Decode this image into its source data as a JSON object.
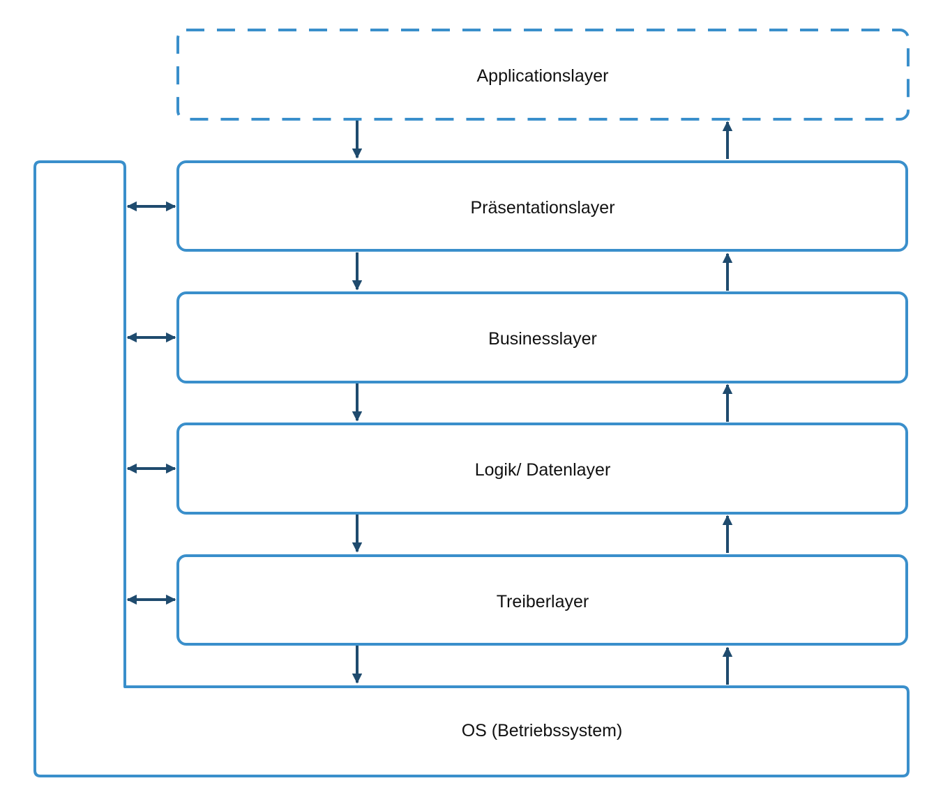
{
  "diagram": {
    "colors": {
      "box_stroke": "#3a8fcb",
      "arrow": "#1f4b6e",
      "text": "#111111",
      "background": "#ffffff"
    },
    "application_layer": {
      "label": "Applicationslayer",
      "border_style": "dashed"
    },
    "layers": [
      {
        "label": "Präsentationslayer"
      },
      {
        "label": "Businesslayer"
      },
      {
        "label": "Logik/ Datenlayer"
      },
      {
        "label": "Treiberlayer"
      }
    ],
    "os_layer": {
      "label": "OS (Betriebssystem)"
    },
    "connections": {
      "between_layers": [
        "down-arrow",
        "up-arrow"
      ],
      "side_to_layers": "bidirectional-arrow"
    }
  }
}
